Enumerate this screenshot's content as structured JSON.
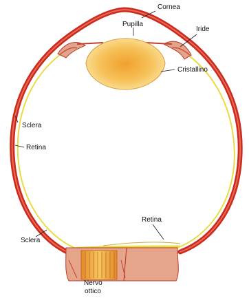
{
  "labels": {
    "cornea": "Cornea",
    "pupilla": "Pupilla",
    "iride": "Iride",
    "cristallino": "Cristallino",
    "sclera_upper": "Sclera",
    "retina_left": "Retina",
    "retina_lower": "Retina",
    "sclera_lower": "Sclera",
    "nervo_line1": "Nervo",
    "nervo_line2": "ottico"
  },
  "colors": {
    "sclera": "#d93a2b",
    "sclera_dark": "#b72418",
    "retina": "#e6dc4a",
    "lens_fill": "#f7c860",
    "lens_core": "#f3a534",
    "nerve": "#f0b040",
    "label_text": "#111111",
    "background": "#ffffff"
  }
}
